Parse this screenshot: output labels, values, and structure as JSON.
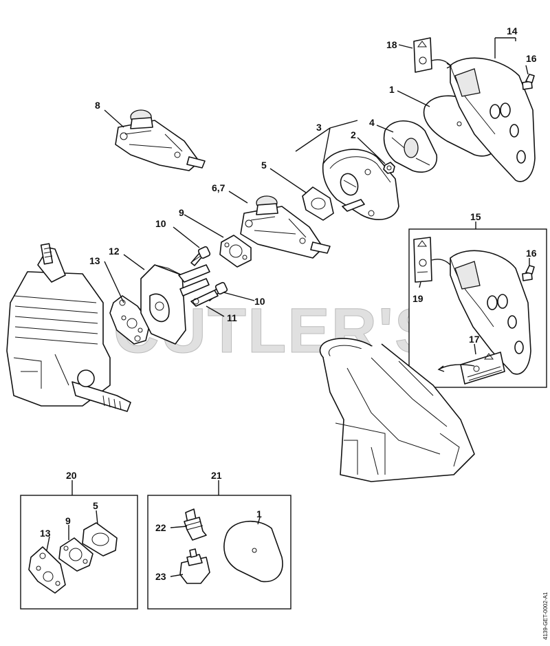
{
  "watermark": "CUTLER'S",
  "drawing_code": "4139-GET-0002-A1",
  "labels": {
    "l1": "1",
    "l2": "2",
    "l3": "3",
    "l4": "4",
    "l5": "5",
    "l67": "6,7",
    "l8": "8",
    "l9": "9",
    "l10a": "10",
    "l10b": "10",
    "l11": "11",
    "l12": "12",
    "l13": "13",
    "l14": "14",
    "l15": "15",
    "l16a": "16",
    "l16b": "16",
    "l17": "17",
    "l18": "18",
    "l19": "19",
    "l20": "20",
    "l21": "21",
    "l22": "22",
    "l23": "23",
    "k20_13": "13",
    "k20_9": "9",
    "k20_5": "5",
    "k21_1": "1"
  }
}
